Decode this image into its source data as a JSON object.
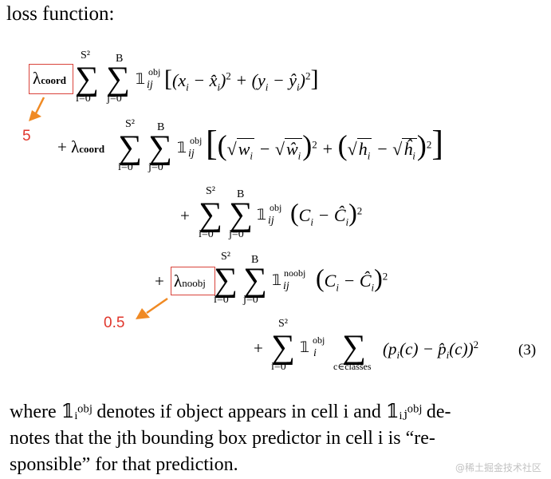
{
  "heading": "loss function:",
  "annotations": {
    "coord_value": "5",
    "noobj_value": "0.5"
  },
  "labels": {
    "lambda_coord": "λ",
    "coord_sub": "coord",
    "noobj_sub": "noobj",
    "obj": "obj",
    "noobj": "noobj",
    "sum_upper_S": "S²",
    "sum_upper_B": "B",
    "sum_lower_i": "i=0",
    "sum_lower_j": "j=0",
    "sum_lower_c": "c∈classes"
  },
  "equation_number": "(3)",
  "paragraph": {
    "line1": "where 𝟙ᵢᵒᵇʲ denotes if object appears in cell i and 𝟙ᵢⱼᵒᵇʲ de-",
    "line2": "notes that the jth bounding box predictor in cell i is “re-",
    "line3": "sponsible” for that prediction."
  },
  "watermark": "@稀土掘金技术社区",
  "colors": {
    "annotation": "#e0362c",
    "box": "#d9433b"
  }
}
